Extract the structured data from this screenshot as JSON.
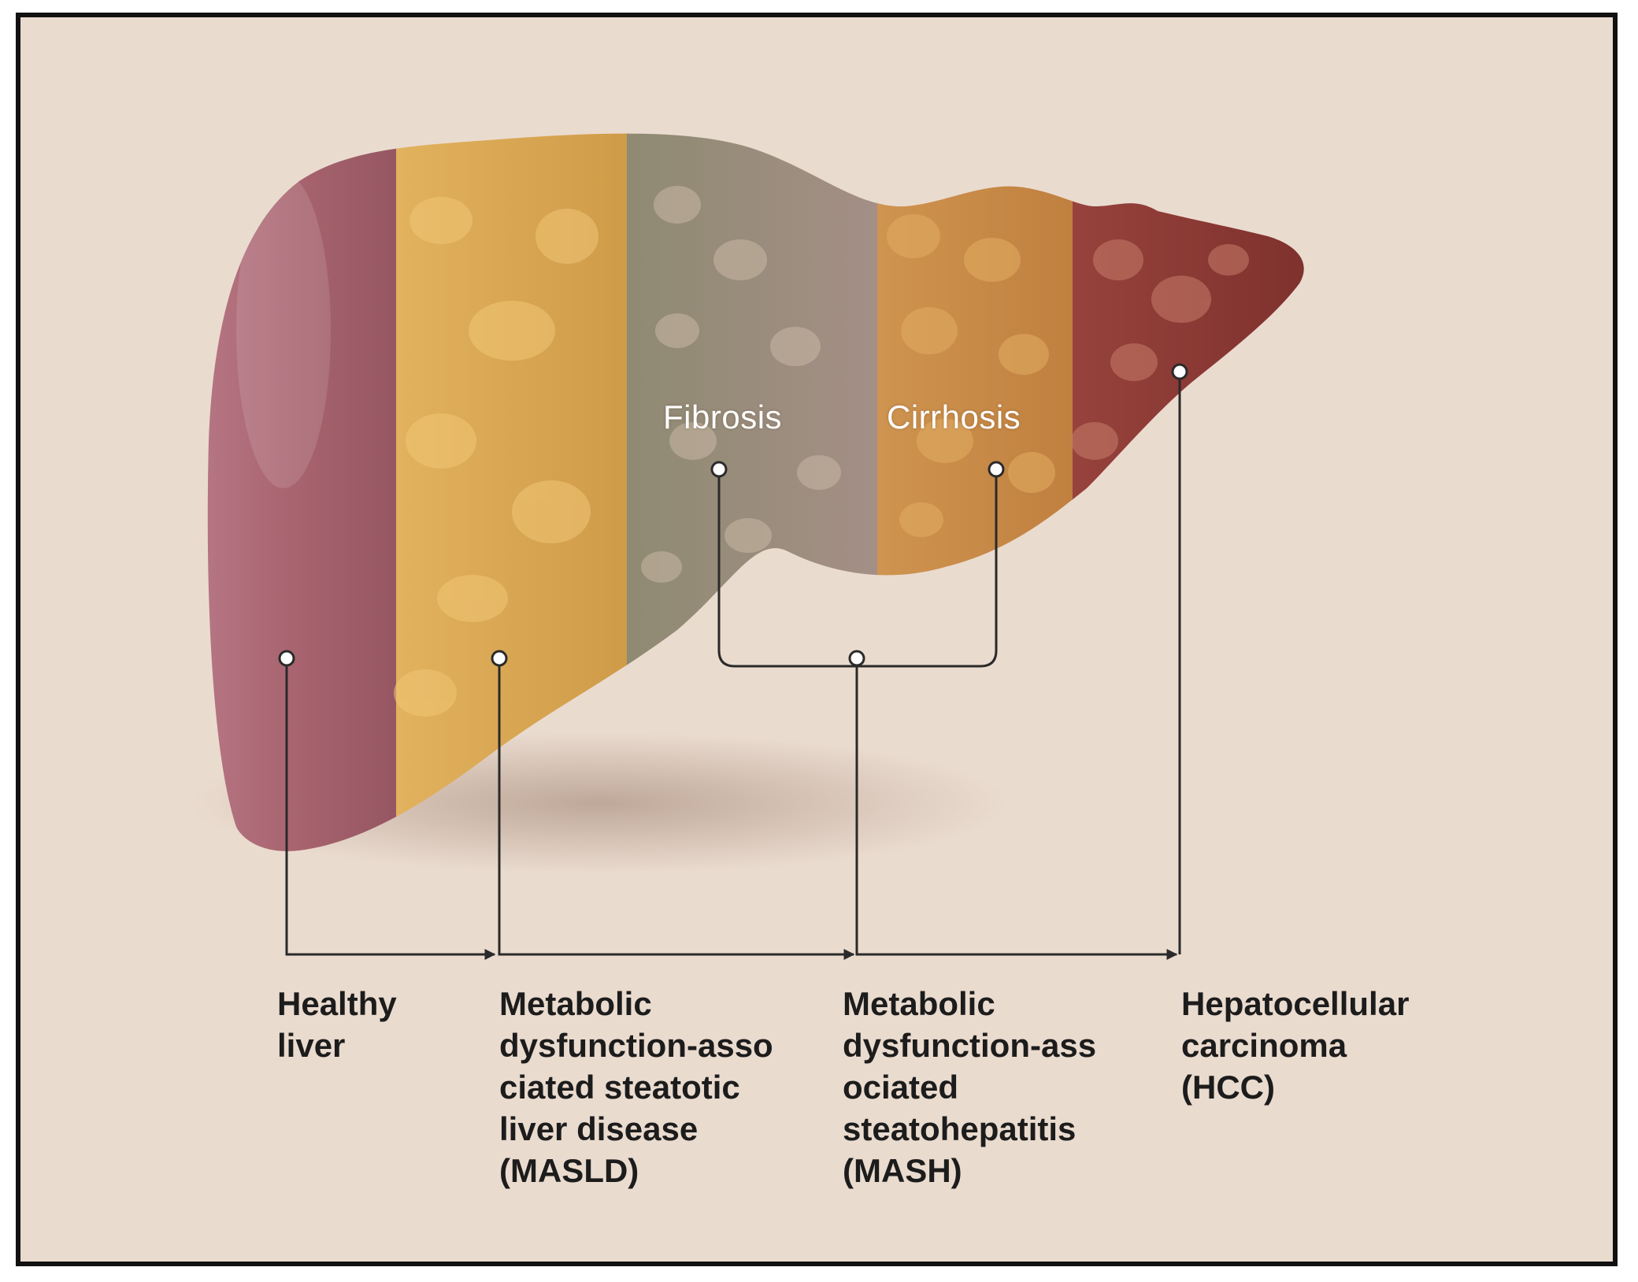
{
  "liver_overlay_labels": {
    "fibrosis": "Fibrosis",
    "cirrhosis": "Cirrhosis"
  },
  "stages": [
    {
      "label": "Healthy\nliver"
    },
    {
      "label": "Metabolic\ndysfunction-asso\nciated steatotic\nliver disease\n(MASLD)"
    },
    {
      "label": "Metabolic\ndysfunction-ass\nociated\nsteatohepatitis\n(MASH)"
    },
    {
      "label": "Hepatocellular\ncarcinoma\n(HCC)"
    }
  ],
  "colors": {
    "background": "#eadbcf",
    "healthy": "#a86874",
    "masld": "#d7a550",
    "fibrosis": "#9e9284",
    "cirrhosis": "#c98a4e",
    "hcc": "#8a3a34",
    "line": "#2a2a2a"
  }
}
